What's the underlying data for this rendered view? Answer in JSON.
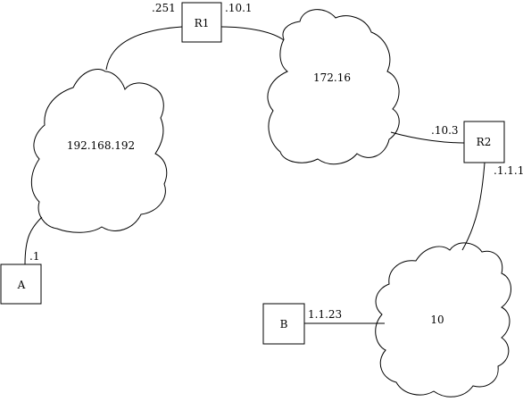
{
  "nodes": {
    "r1": "R1",
    "r2": "R2",
    "a": "A",
    "b": "B"
  },
  "networks": {
    "net192": "192.168.192",
    "net172": "172.16",
    "net10": "10"
  },
  "interfaces": {
    "r1_left": ".251",
    "r1_right": ".10.1",
    "r2_left": ".10.3",
    "r2_bottom": ".1.1.1",
    "a_top": ".1",
    "b_right": "1.1.23"
  }
}
